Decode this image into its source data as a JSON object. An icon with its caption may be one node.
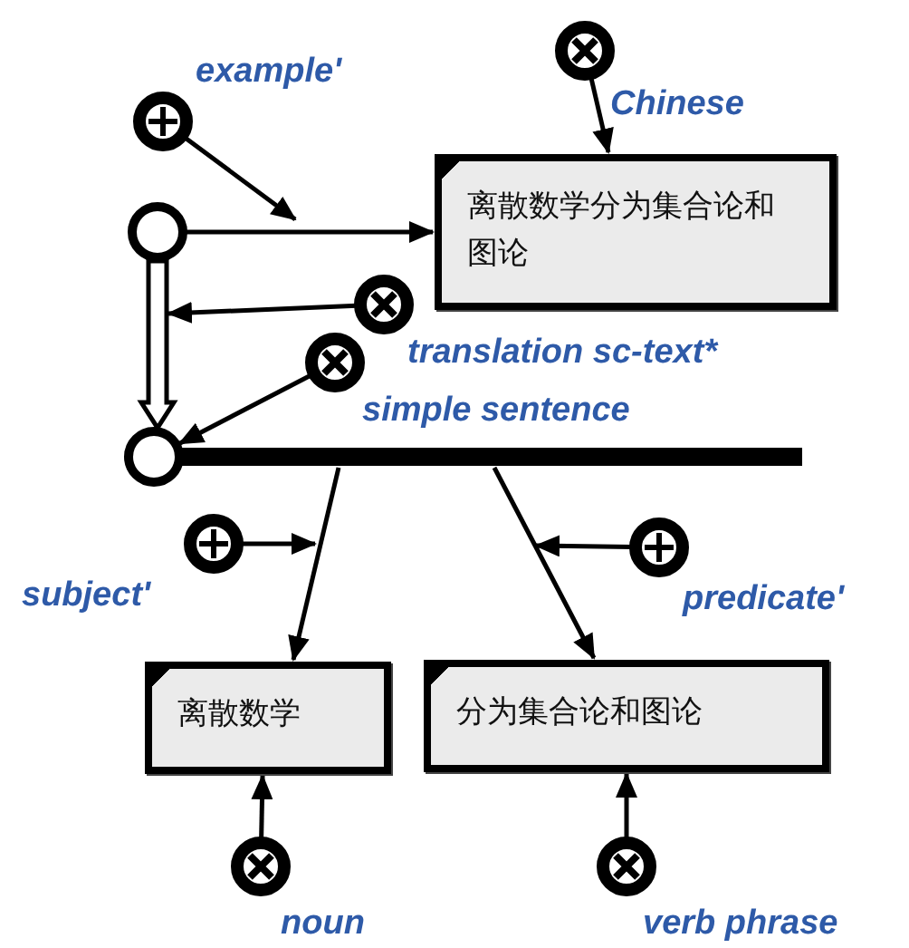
{
  "diagram": {
    "nodes": [
      {
        "text": [
          "example'"
        ]
      },
      {
        "text": [
          "Chinese"
        ]
      },
      {
        "text": [],
        "shape": "circle"
      },
      {
        "text": [
          "离散数学分为集合论和图论"
        ]
      },
      {
        "text": [
          "translation sc-text*"
        ]
      },
      {
        "text": [
          "simple sentence"
        ]
      },
      {
        "text": [],
        "shape": "circle"
      },
      {
        "text": [],
        "shape": "bar"
      },
      {
        "text": [
          "subject'"
        ]
      },
      {
        "text": [
          "predicate'"
        ]
      },
      {
        "text": [
          "离散数学"
        ]
      },
      {
        "text": [
          "分为集合论和图论"
        ]
      },
      {
        "text": [
          "noun"
        ]
      },
      {
        "text": [
          "verb phrase"
        ]
      }
    ],
    "edges": [
      {
        "from": 2,
        "to": 3,
        "arrow": "to"
      },
      {
        "from": 0,
        "to": null,
        "arrow": "to"
      },
      {
        "from": 1,
        "to": 3,
        "arrow": "to"
      },
      {
        "from": 4,
        "to": null,
        "arrow": "to"
      },
      {
        "from": 2,
        "to": 6,
        "arrow": "to",
        "style": "thick"
      },
      {
        "from": 5,
        "to": 6,
        "arrow": "to"
      },
      {
        "from": 7,
        "to": 10,
        "arrow": "to"
      },
      {
        "from": 7,
        "to": 11,
        "arrow": "to"
      },
      {
        "from": 8,
        "to": null,
        "arrow": "to"
      },
      {
        "from": 9,
        "to": null,
        "arrow": "to"
      },
      {
        "from": 12,
        "to": 10,
        "arrow": "to"
      },
      {
        "from": 13,
        "to": 11,
        "arrow": "to"
      }
    ]
  }
}
